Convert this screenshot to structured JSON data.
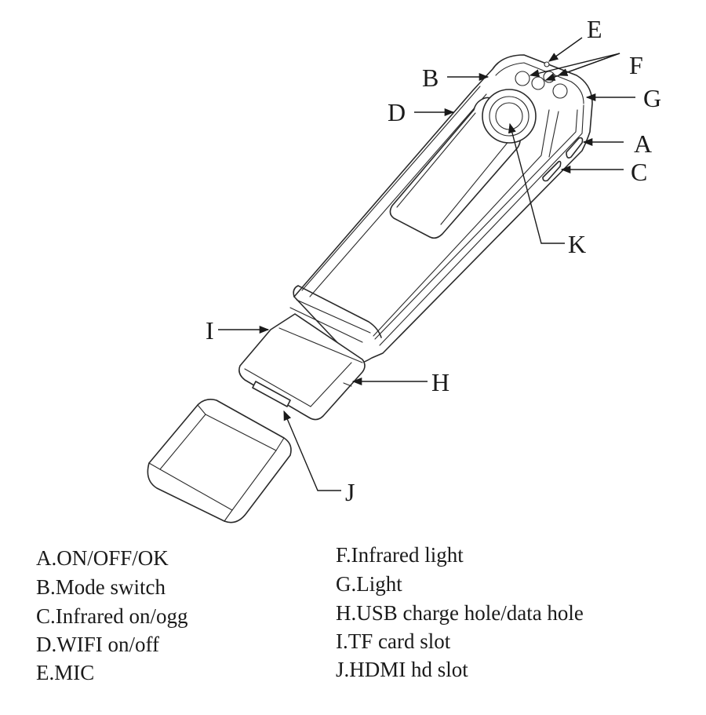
{
  "diagram": {
    "callouts": {
      "a": "A",
      "b": "B",
      "c": "C",
      "d": "D",
      "e": "E",
      "f": "F",
      "g": "G",
      "h": "H",
      "i": "I",
      "j": "J",
      "k": "K"
    },
    "legend": {
      "left": [
        "A.ON/OFF/OK",
        "B.Mode switch",
        "C.Infrared on/ogg",
        "D.WIFI on/off",
        "E.MIC"
      ],
      "right": [
        "F.Infrared light",
        "G.Light",
        "H.USB charge hole/data hole",
        "I.TF card slot",
        "J.HDMI hd slot"
      ]
    }
  }
}
